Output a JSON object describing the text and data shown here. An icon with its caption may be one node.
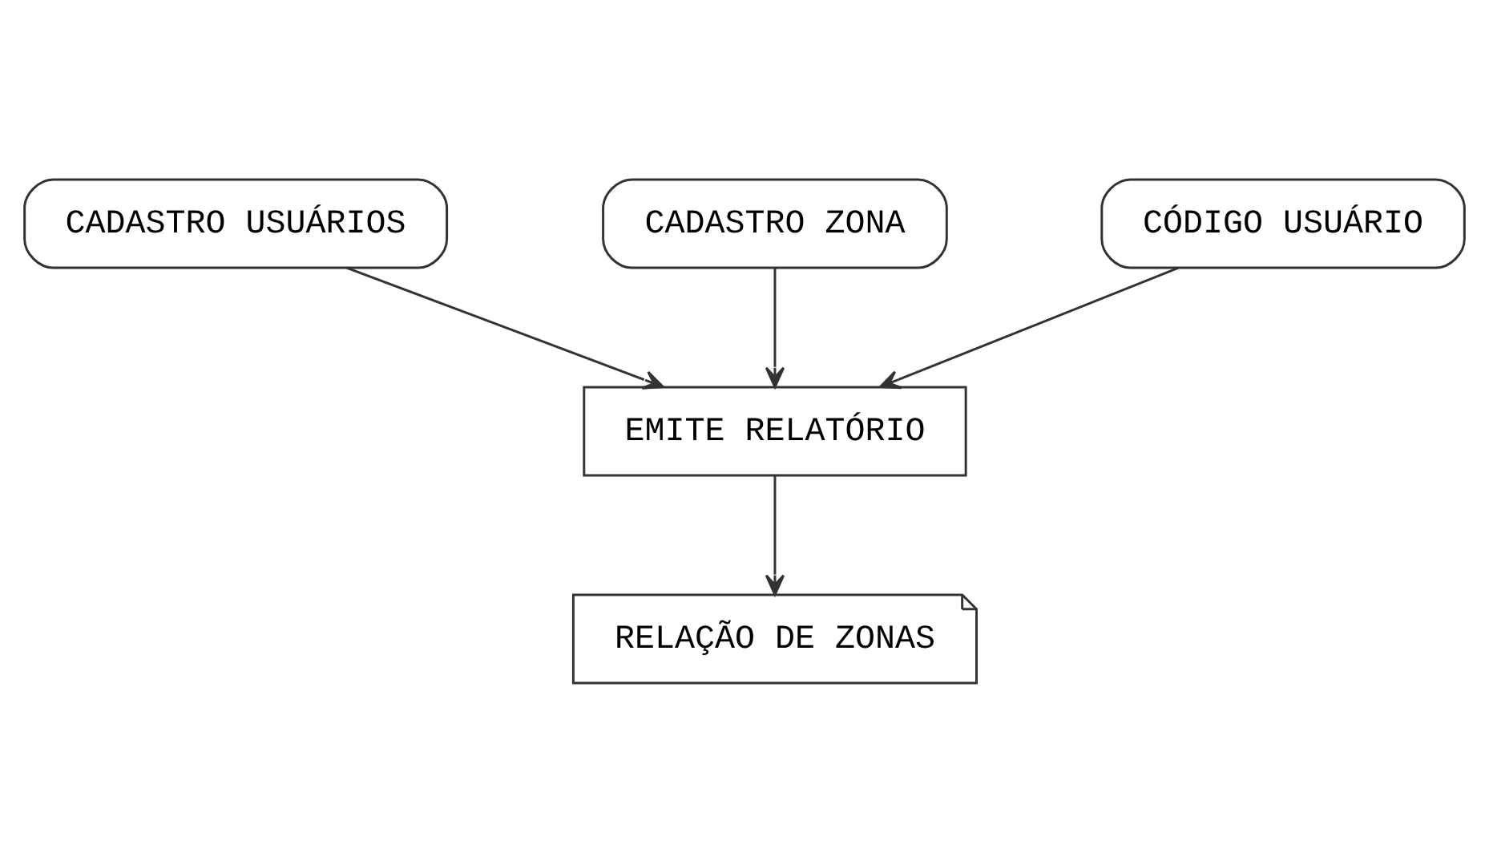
{
  "diagram": {
    "nodes": [
      {
        "text": [
          "CADASTRO USUÁRIOS"
        ]
      },
      {
        "text": [
          "CADASTRO ZONA"
        ]
      },
      {
        "text": [
          "CÓDIGO USUÁRIO"
        ]
      },
      {
        "text": [
          "EMITE RELATÓRIO"
        ]
      },
      {
        "text": [
          "RELAÇÃO DE ZONAS"
        ]
      }
    ],
    "edges": [
      {
        "from": 0,
        "to": 3,
        "arrow": "to"
      },
      {
        "from": 1,
        "to": 3,
        "arrow": "to"
      },
      {
        "from": 2,
        "to": 3,
        "arrow": "to"
      },
      {
        "from": 3,
        "to": 4,
        "arrow": "to"
      }
    ]
  }
}
